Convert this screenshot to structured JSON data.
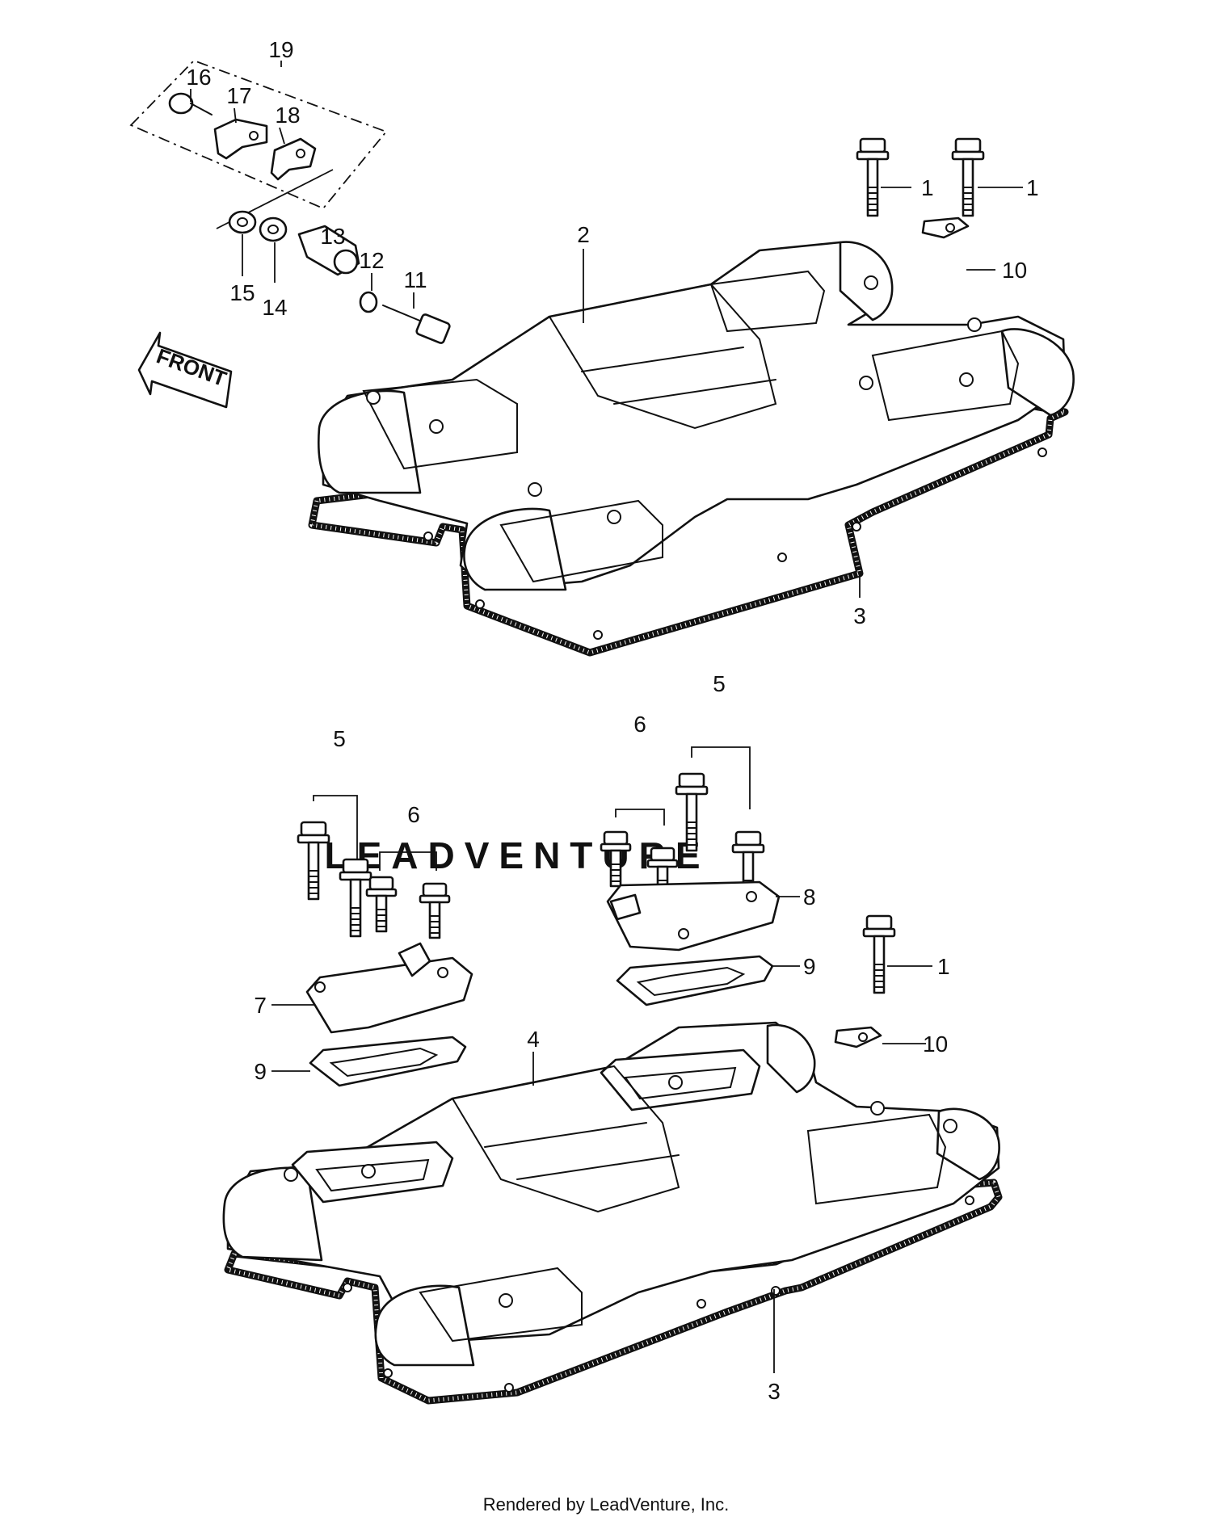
{
  "diagram": {
    "callouts": {
      "c1a": "1",
      "c1b": "1",
      "c1c": "1",
      "c2": "2",
      "c3a": "3",
      "c3b": "3",
      "c4": "4",
      "c5a": "5",
      "c5b": "5",
      "c6a": "6",
      "c6b": "6",
      "c7": "7",
      "c8": "8",
      "c9a": "9",
      "c9b": "9",
      "c10a": "10",
      "c10b": "10",
      "c11": "11",
      "c12": "12",
      "c13": "13",
      "c14": "14",
      "c15": "15",
      "c16": "16",
      "c17": "17",
      "c18": "18",
      "c19": "19"
    },
    "front_arrow_label": "FRONT",
    "watermark": "LEADVENTURE",
    "footer": "Rendered by LeadVenture, Inc."
  },
  "colors": {
    "line": "#111111",
    "background": "#ffffff",
    "watermark": "#e8e8e8"
  }
}
